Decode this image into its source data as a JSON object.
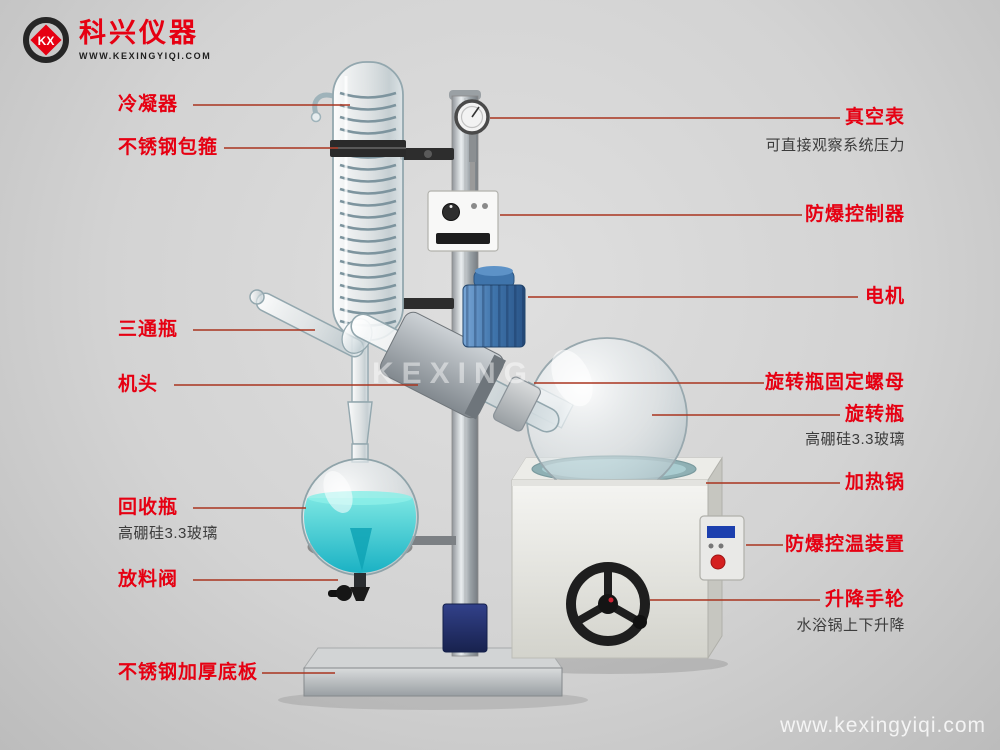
{
  "logo": {
    "mark": "KX",
    "brand": "科兴仪器",
    "site": "WWW.KEXINGYIQI.COM"
  },
  "labels": {
    "left": [
      {
        "text": "冷凝器"
      },
      {
        "text": "不锈钢包箍"
      },
      {
        "text": "三通瓶"
      },
      {
        "text": "机头"
      },
      {
        "text": "回收瓶",
        "sub": "高硼硅3.3玻璃"
      },
      {
        "text": "放料阀"
      },
      {
        "text": "不锈钢加厚底板"
      }
    ],
    "right": [
      {
        "text": "真空表",
        "sub": "可直接观察系统压力"
      },
      {
        "text": "防爆控制器"
      },
      {
        "text": "电机"
      },
      {
        "text": "旋转瓶固定螺母"
      },
      {
        "text": "旋转瓶",
        "sub": "高硼硅3.3玻璃"
      },
      {
        "text": "加热锅"
      },
      {
        "text": "防爆控温装置"
      },
      {
        "text": "升降手轮",
        "sub": "水浴锅上下升降"
      }
    ]
  },
  "watermarks": {
    "glass": "KEXING",
    "corner": "www.kexingyiqi.com"
  },
  "colors": {
    "label_red": "#e60012",
    "leader_line": "#a9341f",
    "subtitle": "#3c3c3c",
    "liquid_cyan": "#2fc4cf",
    "motor_blue": "#3a6ea5",
    "background": "#d4d4d4"
  }
}
